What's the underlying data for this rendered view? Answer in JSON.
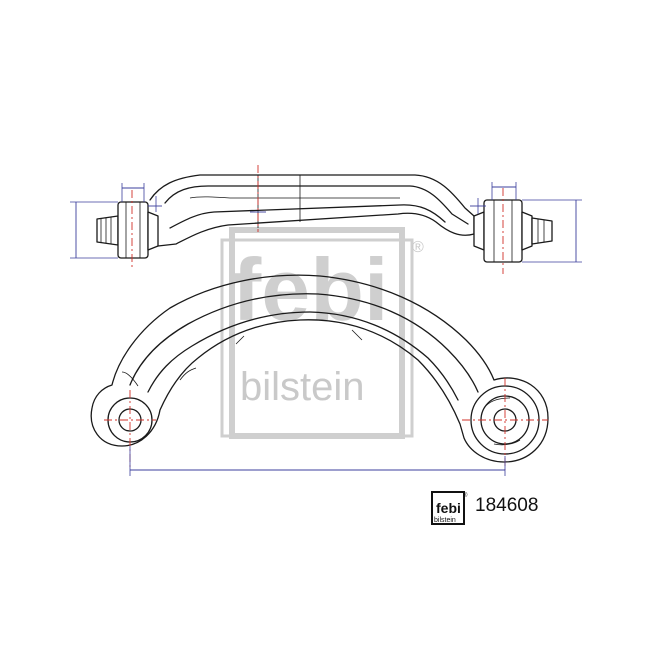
{
  "watermark": {
    "logo_text": "febi",
    "brand_text": "bilstein",
    "registered_mark": "®"
  },
  "badge": {
    "logo_text": "febi",
    "brand_text": "bilstein",
    "registered_mark": "®"
  },
  "part_number": "184608",
  "colors": {
    "outline": "#1a1a1a",
    "dimension_lines": "#3b3f9c",
    "center_lines": "#d0302a",
    "watermark": "#cfcfcf"
  }
}
